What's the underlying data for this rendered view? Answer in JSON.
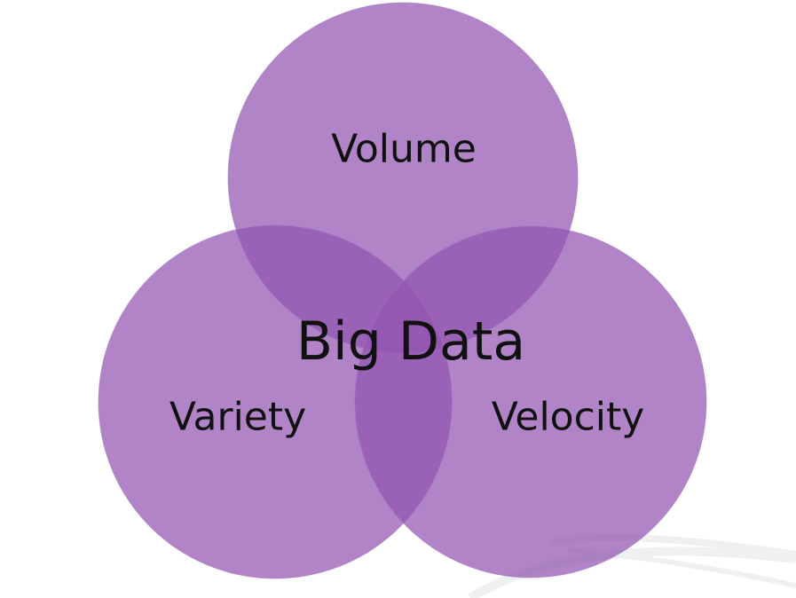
{
  "diagram": {
    "title": "Big Data",
    "sets": [
      {
        "id": "volume",
        "label": "Volume"
      },
      {
        "id": "variety",
        "label": "Variety"
      },
      {
        "id": "velocity",
        "label": "Velocity"
      }
    ],
    "colors": {
      "circle": "#9154b0",
      "swoosh": "#eef1f0"
    }
  }
}
